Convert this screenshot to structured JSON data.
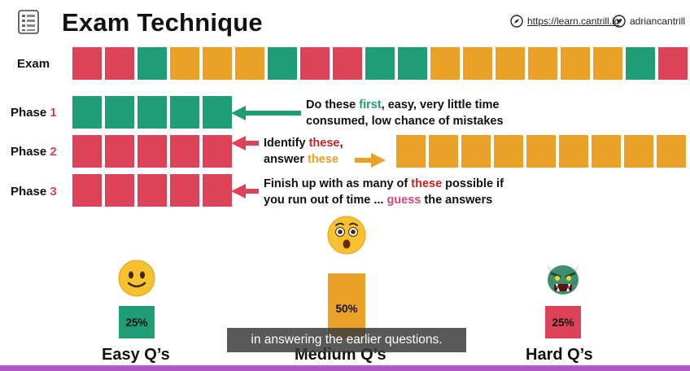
{
  "header": {
    "title": "Exam Technique",
    "link_text": "https://learn.cantrill.io",
    "twitter_handle": "adriancantrill",
    "link_icon": "compass-icon",
    "twitter_icon": "twitter-bird-icon"
  },
  "rows": {
    "exam": {
      "label": "Exam",
      "cells": [
        "r",
        "r",
        "g",
        "o",
        "o",
        "o",
        "g",
        "r",
        "r",
        "g",
        "g",
        "o",
        "o",
        "o",
        "o",
        "o",
        "o",
        "g",
        "r"
      ]
    },
    "phase1": {
      "label": "Phase",
      "num": "1",
      "cells": [
        "g",
        "g",
        "g",
        "g",
        "g"
      ]
    },
    "phase2": {
      "label": "Phase",
      "num": "2",
      "cells": [
        "r",
        "r",
        "r",
        "r",
        "r"
      ],
      "extra_cells": [
        "o",
        "o",
        "o",
        "o",
        "o",
        "o",
        "o",
        "o",
        "o"
      ]
    },
    "phase3": {
      "label": "Phase",
      "num": "3",
      "cells": [
        "r",
        "r",
        "r",
        "r",
        "r"
      ]
    }
  },
  "descriptions": {
    "phase1": {
      "l1a": "Do these ",
      "l1b": "first",
      "l1c": ", easy, very little time",
      "l2": "consumed, low chance of mistakes"
    },
    "phase2": {
      "l1a": "Identify ",
      "l1b": "these",
      "l1c": ",",
      "l2a": "answer ",
      "l2b": "these"
    },
    "phase3": {
      "l1a": "Finish up with as many of ",
      "l1b": "these",
      "l1c": " possible if",
      "l2a": "you run out of time ... ",
      "l2b": "guess",
      "l2c": " the answers"
    }
  },
  "questions": {
    "easy": {
      "percent": "25%",
      "label": "Easy Q’s",
      "share": 0.25,
      "emoji": "smiling-face-icon"
    },
    "medium": {
      "percent": "50%",
      "label": "Medium Q’s",
      "share": 0.5,
      "emoji": "astonished-face-icon"
    },
    "hard": {
      "percent": "25%",
      "label": "Hard Q’s",
      "share": 0.25,
      "emoji": "ogre-face-icon"
    }
  },
  "colors": {
    "red": "#dc4359",
    "green": "#1f9e76",
    "orange": "#eaa128",
    "accent_bar": "#b259c9"
  },
  "caption": "in answering the earlier questions."
}
